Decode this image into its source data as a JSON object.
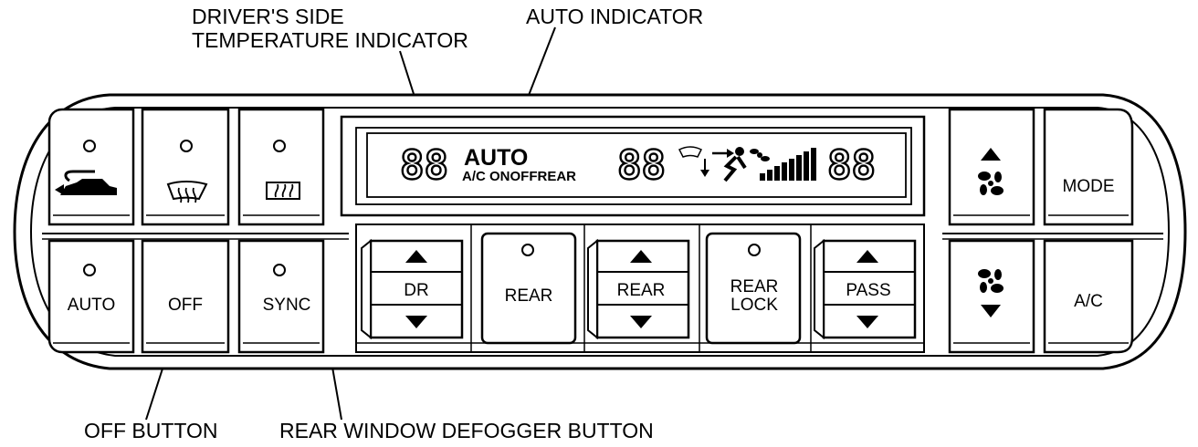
{
  "callouts": {
    "driver_temp_line1": "DRIVER'S SIDE",
    "driver_temp_line2": "TEMPERATURE INDICATOR",
    "auto_indicator": "AUTO INDICATOR",
    "off_button": "OFF BUTTON",
    "rear_defogger": "REAR WINDOW DEFOGGER BUTTON"
  },
  "lcd": {
    "left_digits": "88",
    "auto": "AUTO",
    "status_labels": "A/C ONOFFREAR",
    "middle_digits": "88",
    "right_digits": "88"
  },
  "buttons": {
    "auto": "AUTO",
    "off": "OFF",
    "sync": "SYNC",
    "dr": "DR",
    "rear": "REAR",
    "rear_temp": "REAR",
    "rear_lock_line1": "REAR",
    "rear_lock_line2": "LOCK",
    "pass": "PASS",
    "mode": "MODE",
    "ac": "A/C"
  },
  "icons": {
    "recirculation": "car-recirculation-icon",
    "front_defrost": "front-defrost-icon",
    "rear_defrost": "rear-defrost-icon",
    "fan": "fan-icon",
    "up": "up-arrow-icon",
    "down": "down-arrow-icon"
  }
}
